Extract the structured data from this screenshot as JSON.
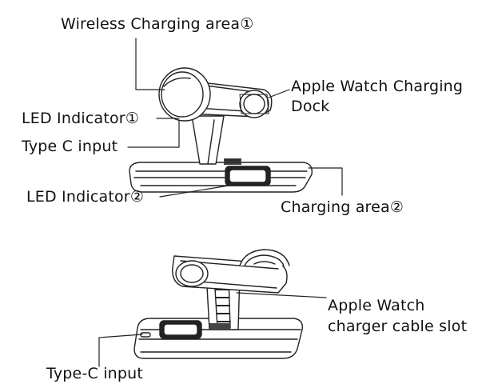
{
  "labels": {
    "wireless_charging_area": "Wireless Charging area①",
    "apple_watch_dock_line1": "Apple Watch Charging",
    "apple_watch_dock_line2": "Dock",
    "led_indicator_1": "LED Indicator①",
    "type_c_input_top": "Type C input",
    "led_indicator_2": "LED Indicator②",
    "charging_area_2": "Charging area②",
    "cable_slot_line1": "Apple Watch",
    "cable_slot_line2": "charger cable slot",
    "type_c_input_bottom": "Type-C input"
  }
}
